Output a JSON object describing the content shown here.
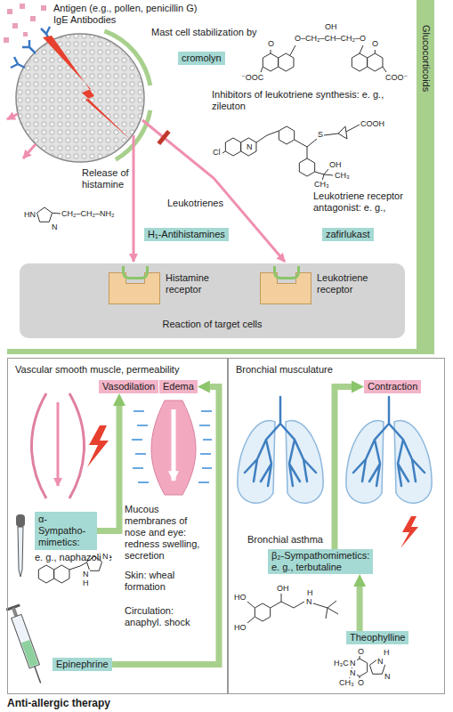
{
  "diagram": {
    "caption": "Anti-allergic therapy",
    "nodes": [
      {
        "text": [
          "cromolyn"
        ]
      },
      {
        "text": [
          "zafirlukast"
        ]
      },
      {
        "text": [
          "H₁-Antihistamines"
        ]
      },
      {
        "text": [
          "Reaction of target cells"
        ]
      },
      {
        "text": [
          "Histamine receptor"
        ],
        "in": 3
      },
      {
        "text": [
          "Leukotriene receptor"
        ],
        "in": 3
      },
      {
        "text": [
          "Glucocorticoids"
        ]
      },
      {
        "text": [
          "Vascular smooth muscle, permeability"
        ]
      },
      {
        "text": [
          "Vasodilation"
        ],
        "in": 7
      },
      {
        "text": [
          "Edema"
        ],
        "in": 7
      },
      {
        "text": [
          "α-Sympatho-mimetics:",
          "e. g., naphazoline"
        ],
        "in": 7
      },
      {
        "text": [
          "Epinephrine"
        ],
        "in": 7
      },
      {
        "text": [
          "Bronchial musculature"
        ]
      },
      {
        "text": [
          "Contraction"
        ],
        "in": 12
      },
      {
        "text": [
          "β₂-Sympathomimetics:",
          "e. g., terbutaline"
        ],
        "in": 12
      },
      {
        "text": [
          "Theophylline"
        ],
        "in": 12
      }
    ],
    "edges": [
      {
        "from": 10,
        "to": 8,
        "arrow": "to"
      },
      {
        "from": 11,
        "to": 9,
        "arrow": "to"
      },
      {
        "from": 15,
        "to": 14,
        "arrow": "to"
      },
      {
        "from": 14,
        "to": 13,
        "arrow": "to"
      }
    ],
    "labels": [
      "Antigen (e.g., pollen, penicillin G)",
      "IgE Antibodies",
      "Mast cell stabilization by",
      "O",
      "O–CH₂–CH–CH₂–O",
      "OH",
      "O",
      "⁻OOC",
      "COO⁻",
      "Inhibitors of leukotriene synthesis: e. g., zileuton",
      "Cl",
      "N",
      "S",
      "COOH",
      "OH",
      "CH₃",
      "CH₃",
      "Release of histamine",
      "HN",
      "N",
      "CH₂–CH₂–NH₂",
      "Leukotrienes",
      "Leukotriene receptor antagonist: e. g.,",
      "Mucous membranes of nose and eye: redness swelling, secretion",
      "Skin: wheal formation",
      "Circulation: anaphyl. shock",
      "N",
      "N",
      "H",
      "Bronchial asthma",
      "HO",
      "HO",
      "OH",
      "H",
      "N",
      "H₃C",
      "N",
      "O",
      "N",
      "O",
      "CH₃",
      "N",
      "H",
      "N"
    ]
  }
}
